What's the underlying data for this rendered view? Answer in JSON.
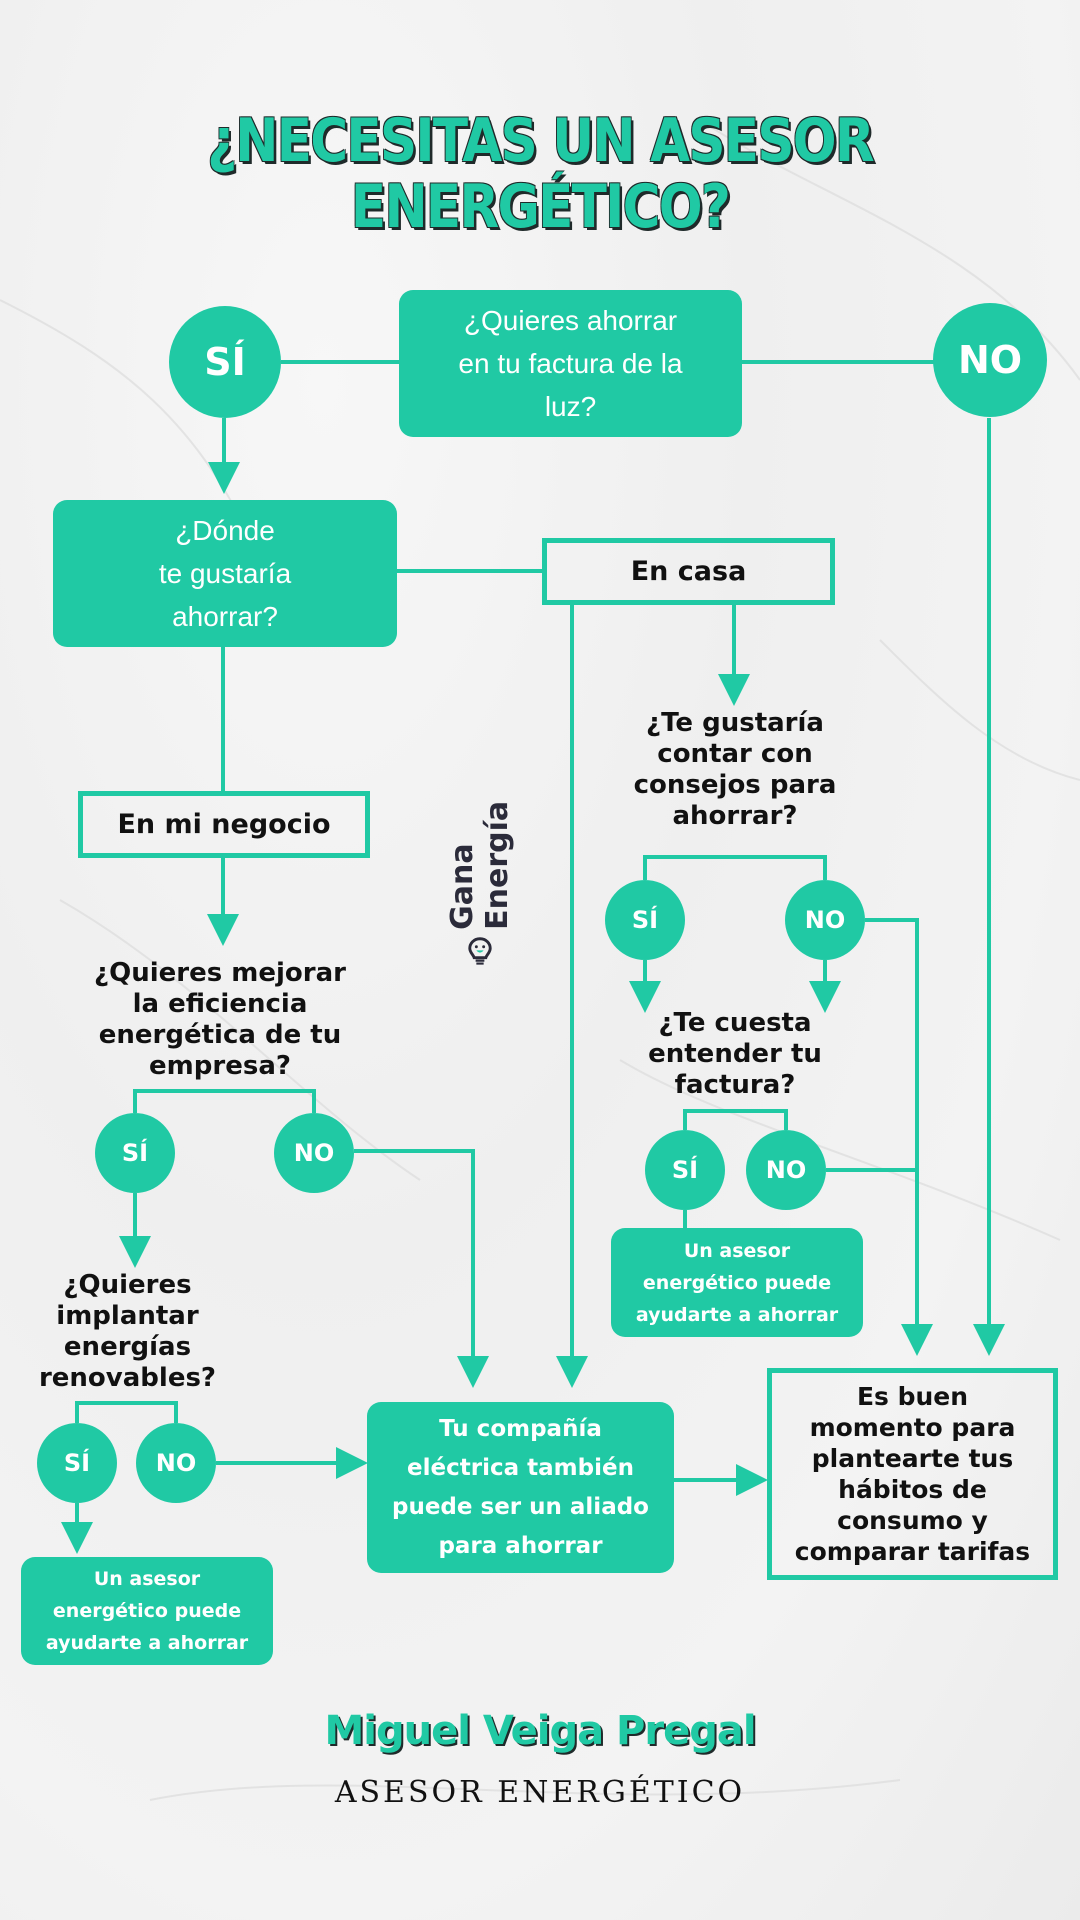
{
  "title": {
    "line1": "¿NECESITAS UN ASESOR",
    "line2": "ENERGÉTICO?"
  },
  "colors": {
    "accent": "#20c9a4",
    "text_dark": "#111111",
    "brand_dark": "#2b2b3a"
  },
  "top": {
    "question": [
      "¿Quieres ahorrar",
      "en tu factura de la",
      "luz?"
    ],
    "yes": "SÍ",
    "no": "NO"
  },
  "where": {
    "question": [
      "¿Dónde",
      "te gustaría",
      "ahorrar?"
    ],
    "home": "En casa",
    "business": "En mi negocio"
  },
  "business": {
    "efficiency_question": [
      "¿Quieres mejorar",
      "la eficiencia",
      "energética de tu",
      "empresa?"
    ],
    "efficiency_yes": "SÍ",
    "efficiency_no": "NO",
    "renewables_question": [
      "¿Quieres",
      "implantar",
      "energías",
      "renovables?"
    ],
    "renewables_yes": "SÍ",
    "renewables_no": "NO",
    "advisor_result": [
      "Un asesor",
      "energético puede",
      "ayudarte a ahorrar"
    ]
  },
  "home": {
    "tips_question": [
      "¿Te gustaría",
      "contar con",
      "consejos para",
      "ahorrar?"
    ],
    "tips_yes": "SÍ",
    "tips_no": "NO",
    "bill_question": [
      "¿Te cuesta",
      "entender tu",
      "factura?"
    ],
    "bill_yes": "SÍ",
    "bill_no": "NO",
    "advisor_result": [
      "Un asesor",
      "energético puede",
      "ayudarte a ahorrar"
    ]
  },
  "company_result": [
    "Tu compañía",
    "eléctrica también",
    "puede ser un aliado",
    "para ahorrar"
  ],
  "final_result": [
    "Es buen",
    "momento para",
    "plantearte tus",
    "hábitos de",
    "consumo y",
    "comparar tarifas"
  ],
  "brand": {
    "name": "Gana Energía",
    "icon": "lightbulb-icon"
  },
  "footer": {
    "author": "Miguel Veiga Pregal",
    "role": "ASESOR ENERGÉTICO"
  }
}
